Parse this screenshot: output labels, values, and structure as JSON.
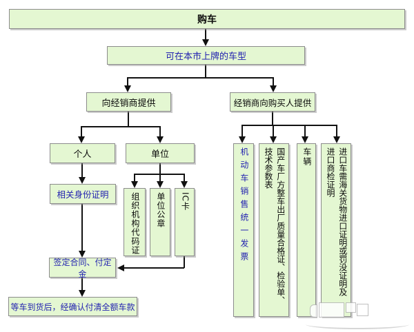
{
  "colors": {
    "box_fill": "#e4f7d2",
    "box_border": "#8b8b8b",
    "text_blue": "#2323b0",
    "text_black": "#0a0a0a",
    "line": "#111111"
  },
  "flow": {
    "root": {
      "label": "购车"
    },
    "model": {
      "label": "可在本市上牌的车型"
    },
    "left": {
      "header": {
        "label": "向经销商提供"
      },
      "personal": {
        "label": "个人"
      },
      "unit": {
        "label": "单位"
      },
      "identity": {
        "label": "相关身份证明"
      },
      "unit_docs": [
        {
          "label": "组织机构代码证"
        },
        {
          "label": "单位公章"
        },
        {
          "label": "IC卡"
        }
      ],
      "contract": {
        "label": "签定合同、付定金"
      },
      "final": {
        "label": "等车到货后，经确认付清全额车款"
      }
    },
    "right": {
      "header": {
        "label": "经销商向购买人提供"
      },
      "items": [
        {
          "line1": "机动车销售统一发票",
          "line2": ""
        },
        {
          "line1": "国产车厂方整车出厂质量合格证、检验单、",
          "line2": "技术参数表"
        },
        {
          "line1": "车辆",
          "line2": ""
        },
        {
          "line1": "进口车需海关货物进口证明或罚没证明及",
          "line2": "进口商检证明"
        }
      ]
    }
  }
}
